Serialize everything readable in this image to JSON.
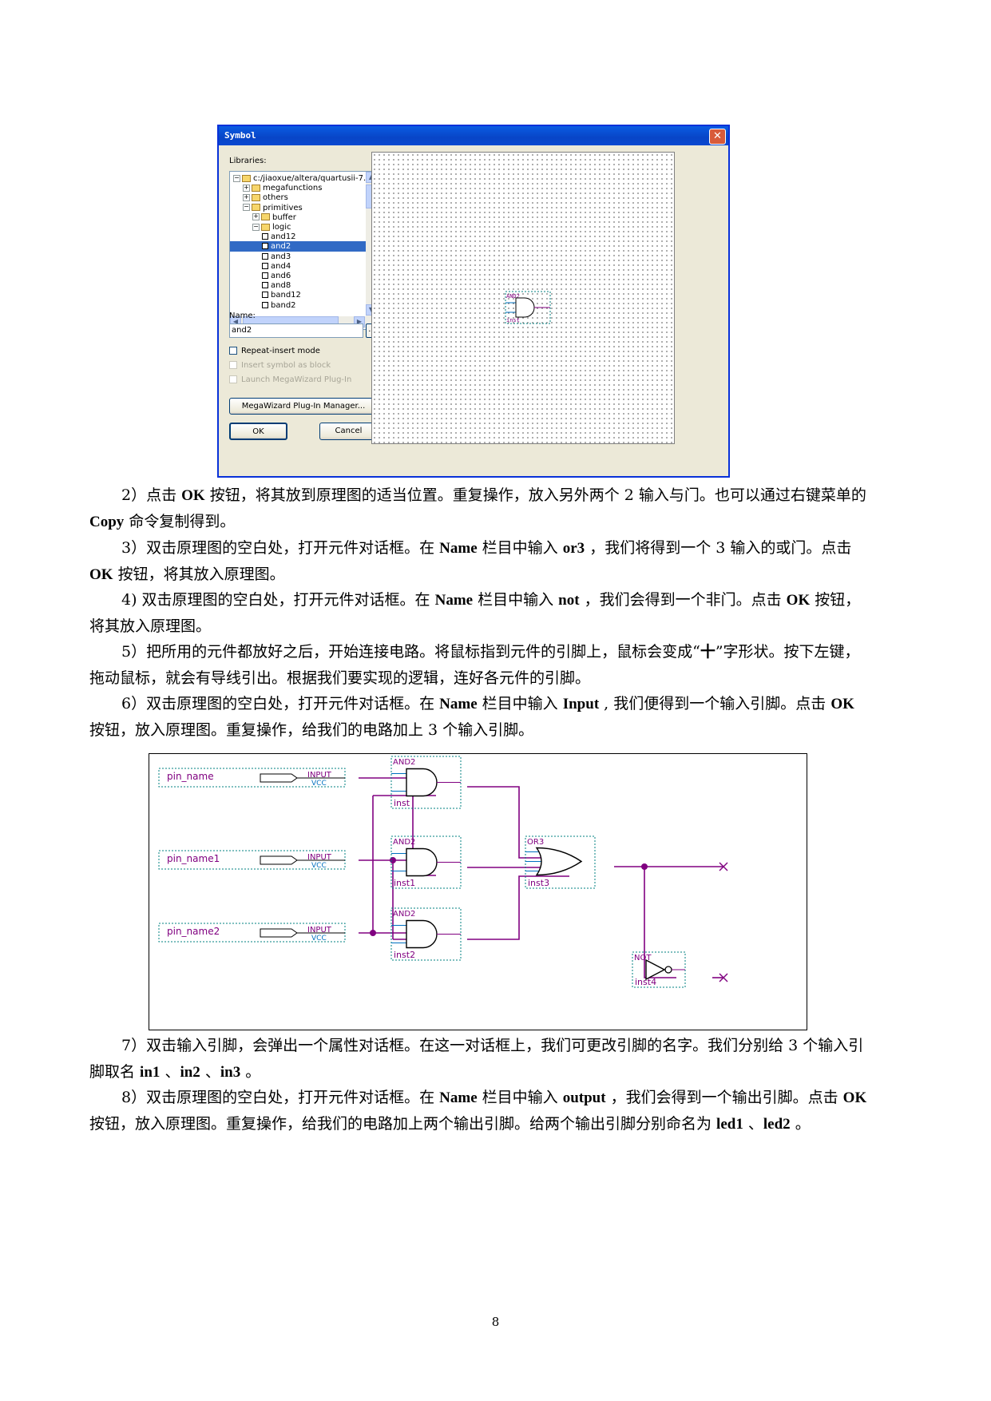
{
  "dialog": {
    "title": "Symbol",
    "libraries_label": "Libraries:",
    "tree": [
      {
        "label": "c:/jiaoxue/altera/quartusii-7...",
        "level": 0,
        "type": "folder",
        "expander": "−"
      },
      {
        "label": "megafunctions",
        "level": 1,
        "type": "folder",
        "expander": "+"
      },
      {
        "label": "others",
        "level": 1,
        "type": "folder",
        "expander": "+"
      },
      {
        "label": "primitives",
        "level": 1,
        "type": "folder",
        "expander": "−"
      },
      {
        "label": "buffer",
        "level": 2,
        "type": "folder",
        "expander": "+"
      },
      {
        "label": "logic",
        "level": 2,
        "type": "folder",
        "expander": "−"
      },
      {
        "label": "and12",
        "level": 3,
        "type": "symbol"
      },
      {
        "label": "and2",
        "level": 3,
        "type": "symbol",
        "selected": true
      },
      {
        "label": "and3",
        "level": 3,
        "type": "symbol"
      },
      {
        "label": "and4",
        "level": 3,
        "type": "symbol"
      },
      {
        "label": "and6",
        "level": 3,
        "type": "symbol"
      },
      {
        "label": "and8",
        "level": 3,
        "type": "symbol"
      },
      {
        "label": "band12",
        "level": 3,
        "type": "symbol"
      },
      {
        "label": "band2",
        "level": 3,
        "type": "symbol"
      }
    ],
    "name_label": "Name:",
    "name_value": "and2",
    "browse_label": "...",
    "repeat_insert": "Repeat-insert mode",
    "insert_as_block": "Insert symbol as block",
    "launch_megawizard": "Launch MegaWizard Plug-In",
    "megawizard_button": "MegaWizard Plug-In Manager...",
    "ok_button": "OK",
    "cancel_button": "Cancel",
    "preview_symbol": {
      "type_label": "AND2",
      "inst_label": "inst"
    }
  },
  "paragraphs": [
    {
      "segments": [
        {
          "t": "2）点击 "
        },
        {
          "t": "OK",
          "b": true
        },
        {
          "t": " 按钮，将其放到原理图的适当位置。重复操作，放入另外两个 2 输入与门。也可以通过右键菜单的 "
        },
        {
          "t": "Copy",
          "b": true
        },
        {
          "t": " 命令复制得到。"
        }
      ]
    },
    {
      "segments": [
        {
          "t": "3）双击原理图的空白处，打开元件对话框。在 "
        },
        {
          "t": "Name",
          "b": true
        },
        {
          "t": " 栏目中输入 "
        },
        {
          "t": "or3",
          "b": true
        },
        {
          "t": " ，我们将得到一个 3 输入的或门。点击 "
        },
        {
          "t": "OK",
          "b": true
        },
        {
          "t": " 按钮，将其放入原理图。"
        }
      ]
    },
    {
      "segments": [
        {
          "t": "4) 双击原理图的空白处，打开元件对话框。在 "
        },
        {
          "t": "Name",
          "b": true
        },
        {
          "t": " 栏目中输入 "
        },
        {
          "t": "not",
          "b": true
        },
        {
          "t": " ，我们会得到一个非门。点击 "
        },
        {
          "t": "OK",
          "b": true
        },
        {
          "t": " 按钮，将其放入原理图。"
        }
      ]
    },
    {
      "segments": [
        {
          "t": "5）把所用的元件都放好之后，开始连接电路。将鼠标指到元件的引脚上，鼠标会变成“"
        },
        {
          "t": "十",
          "b": true
        },
        {
          "t": "”字形状。按下左键，拖动鼠标，就会有导线引出。根据我们要实现的逻辑，连好各元件的引脚。"
        }
      ]
    },
    {
      "segments": [
        {
          "t": "6）双击原理图的空白处，打开元件对话框。在 "
        },
        {
          "t": "Name",
          "b": true
        },
        {
          "t": " 栏目中输入 "
        },
        {
          "t": "Input",
          "b": true
        },
        {
          "t": " , 我们便得到一个输入引脚。点击 "
        },
        {
          "t": "OK",
          "b": true
        },
        {
          "t": " 按钮，放入原理图。重复操作，给我们的电路加上 3 个输入引脚。"
        }
      ]
    },
    {
      "segments": [
        {
          "t": "7）双击输入引脚，会弹出一个属性对话框。在这一对话框上，我们可更改引脚的名字。我们分别给 3 个输入引脚取名 "
        },
        {
          "t": "in1",
          "b": true
        },
        {
          "t": " 、"
        },
        {
          "t": "in2",
          "b": true
        },
        {
          "t": " 、"
        },
        {
          "t": "in3",
          "b": true
        },
        {
          "t": " 。"
        }
      ]
    },
    {
      "segments": [
        {
          "t": "8）双击原理图的空白处，打开元件对话框。在 "
        },
        {
          "t": "Name",
          "b": true
        },
        {
          "t": " 栏目中输入 "
        },
        {
          "t": "output",
          "b": true
        },
        {
          "t": " ，我们会得到一个输出引脚。点击 "
        },
        {
          "t": "OK",
          "b": true
        },
        {
          "t": " 按钮，放入原理图。重复操作，给我们的电路加上两个输出引脚。给两个输出引脚分别命名为 "
        },
        {
          "t": "led1",
          "b": true
        },
        {
          "t": " 、"
        },
        {
          "t": "led2",
          "b": true
        },
        {
          "t": " 。"
        }
      ]
    }
  ],
  "schematic": {
    "pins": [
      {
        "name": "pin_name",
        "type": "INPUT",
        "sub": "VCC"
      },
      {
        "name": "pin_name1",
        "type": "INPUT",
        "sub": "VCC"
      },
      {
        "name": "pin_name2",
        "type": "INPUT",
        "sub": "VCC"
      }
    ],
    "gates": [
      {
        "type": "AND2",
        "inst": "inst"
      },
      {
        "type": "AND2",
        "inst": "inst1"
      },
      {
        "type": "AND2",
        "inst": "inst2"
      },
      {
        "type": "OR3",
        "inst": "inst3"
      },
      {
        "type": "NOT",
        "inst": "inst4"
      }
    ],
    "colors": {
      "wire": "#800080",
      "pin_stub": "#0070c0",
      "label": "#800080",
      "box": "#008080"
    }
  },
  "page_number": "8"
}
